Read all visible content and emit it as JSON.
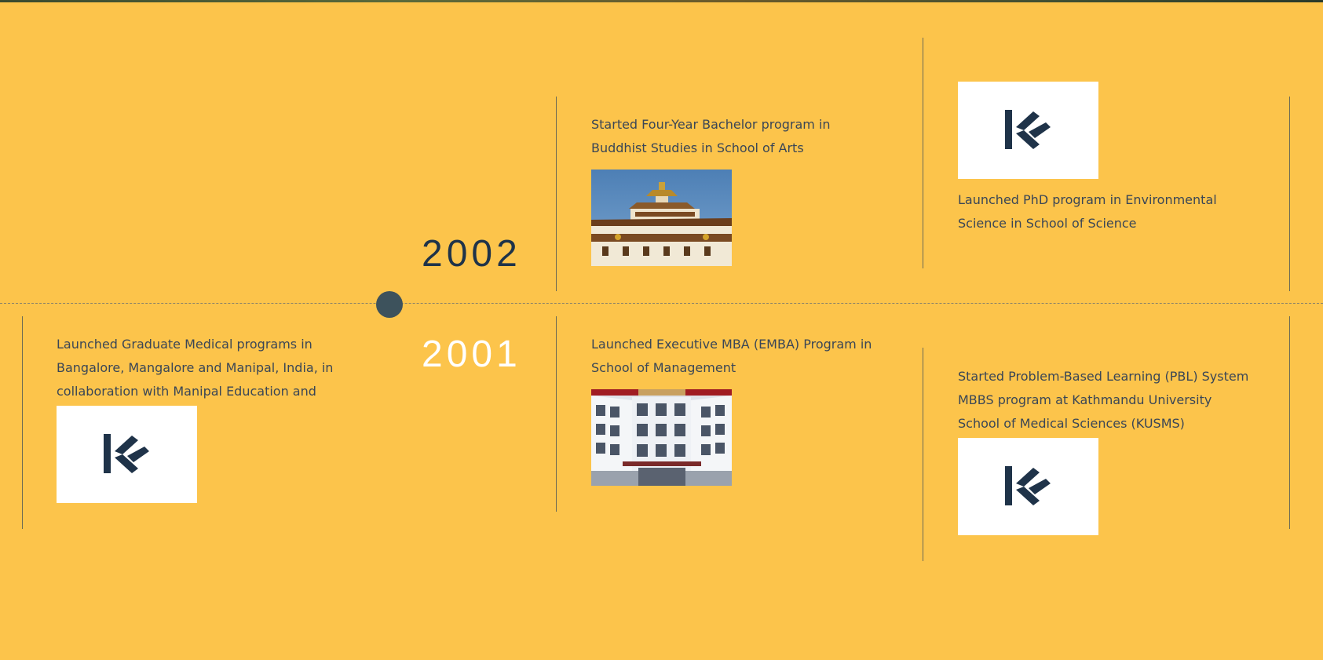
{
  "timeline": {
    "years": [
      {
        "label": "2002",
        "color": "#1f3349"
      },
      {
        "label": "2001",
        "color": "#ffffff"
      }
    ]
  },
  "entries": {
    "bachelor_buddhist": {
      "text": "Started Four-Year Bachelor program in Buddhist Studies in School of Arts",
      "image": "monastery-building-photo"
    },
    "phd_environmental": {
      "text": "Launched PhD program in Environmental Science in School of Science",
      "image": "ku-logo"
    },
    "graduate_medical": {
      "text": "Launched Graduate Medical programs in Bangalore, Mangalore and Manipal, India, in collaboration with Manipal Education and",
      "image": "ku-logo"
    },
    "emba": {
      "text": "Launched Executive MBA (EMBA) Program in School of Management",
      "image": "management-school-building-photo"
    },
    "pbl_system": {
      "text": "Started Problem-Based Learning (PBL) System MBBS program at Kathmandu University School of Medical Sciences (KUSMS)",
      "image": "ku-logo"
    }
  },
  "colors": {
    "background": "#fcc44b",
    "navy": "#1f3349",
    "text": "#3a4656",
    "dot": "#3d525c"
  }
}
